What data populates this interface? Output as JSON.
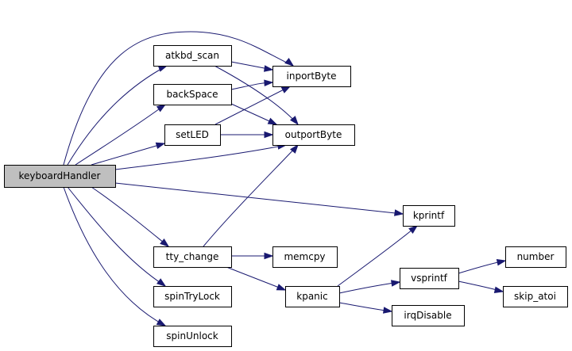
{
  "diagram": {
    "type": "call-graph",
    "colors": {
      "edge": "#191970",
      "root_fill": "#bfbfbf",
      "node_fill": "#ffffff",
      "node_border": "#000000"
    },
    "nodes": [
      {
        "id": "keyboardHandler",
        "label": "keyboardHandler",
        "root": true
      },
      {
        "id": "atkbd_scan",
        "label": "atkbd_scan"
      },
      {
        "id": "backSpace",
        "label": "backSpace"
      },
      {
        "id": "setLED",
        "label": "setLED"
      },
      {
        "id": "tty_change",
        "label": "tty_change"
      },
      {
        "id": "spinTryLock",
        "label": "spinTryLock"
      },
      {
        "id": "spinUnlock",
        "label": "spinUnlock"
      },
      {
        "id": "inportByte",
        "label": "inportByte"
      },
      {
        "id": "outportByte",
        "label": "outportByte"
      },
      {
        "id": "kprintf",
        "label": "kprintf"
      },
      {
        "id": "memcpy",
        "label": "memcpy"
      },
      {
        "id": "kpanic",
        "label": "kpanic"
      },
      {
        "id": "vsprintf",
        "label": "vsprintf"
      },
      {
        "id": "irqDisable",
        "label": "irqDisable"
      },
      {
        "id": "number",
        "label": "number"
      },
      {
        "id": "skip_atoi",
        "label": "skip_atoi"
      }
    ],
    "edges": [
      {
        "from": "keyboardHandler",
        "to": "inportByte"
      },
      {
        "from": "keyboardHandler",
        "to": "atkbd_scan"
      },
      {
        "from": "keyboardHandler",
        "to": "backSpace"
      },
      {
        "from": "keyboardHandler",
        "to": "setLED"
      },
      {
        "from": "keyboardHandler",
        "to": "outportByte"
      },
      {
        "from": "keyboardHandler",
        "to": "kprintf"
      },
      {
        "from": "keyboardHandler",
        "to": "tty_change"
      },
      {
        "from": "keyboardHandler",
        "to": "spinTryLock"
      },
      {
        "from": "keyboardHandler",
        "to": "spinUnlock"
      },
      {
        "from": "atkbd_scan",
        "to": "inportByte"
      },
      {
        "from": "atkbd_scan",
        "to": "outportByte"
      },
      {
        "from": "backSpace",
        "to": "inportByte"
      },
      {
        "from": "backSpace",
        "to": "outportByte"
      },
      {
        "from": "setLED",
        "to": "inportByte"
      },
      {
        "from": "setLED",
        "to": "outportByte"
      },
      {
        "from": "tty_change",
        "to": "outportByte"
      },
      {
        "from": "tty_change",
        "to": "memcpy"
      },
      {
        "from": "tty_change",
        "to": "kpanic"
      },
      {
        "from": "kpanic",
        "to": "kprintf"
      },
      {
        "from": "kpanic",
        "to": "vsprintf"
      },
      {
        "from": "kpanic",
        "to": "irqDisable"
      },
      {
        "from": "vsprintf",
        "to": "number"
      },
      {
        "from": "vsprintf",
        "to": "skip_atoi"
      }
    ]
  }
}
